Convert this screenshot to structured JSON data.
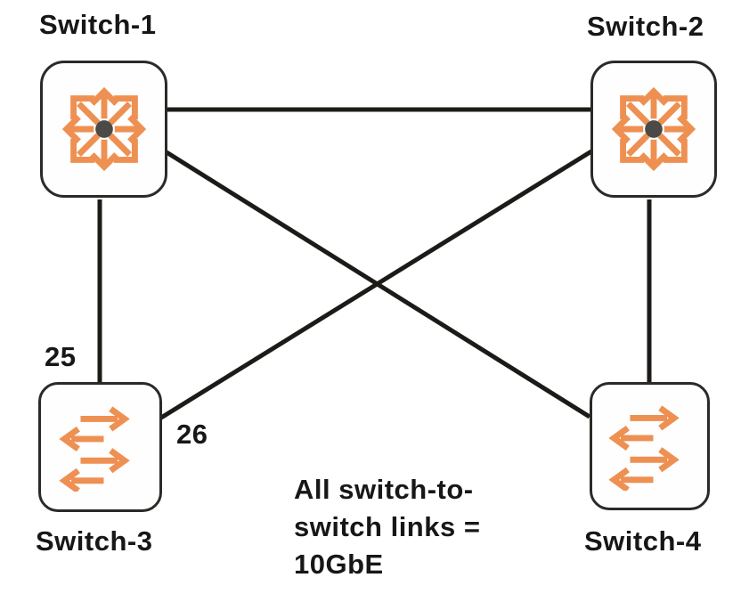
{
  "diagram": {
    "nodes": [
      {
        "id": "switch1",
        "label": "Switch-1",
        "icon": "multilayer-switch-icon"
      },
      {
        "id": "switch2",
        "label": "Switch-2",
        "icon": "multilayer-switch-icon"
      },
      {
        "id": "switch3",
        "label": "Switch-3",
        "icon": "access-switch-icon"
      },
      {
        "id": "switch4",
        "label": "Switch-4",
        "icon": "access-switch-icon"
      }
    ],
    "links": [
      {
        "from": "switch1",
        "to": "switch2"
      },
      {
        "from": "switch1",
        "to": "switch3"
      },
      {
        "from": "switch1",
        "to": "switch4"
      },
      {
        "from": "switch2",
        "to": "switch3"
      },
      {
        "from": "switch2",
        "to": "switch4"
      }
    ],
    "port_labels": [
      {
        "value": "25",
        "on_switch": "Switch-3",
        "link_to": "Switch-1"
      },
      {
        "value": "26",
        "on_switch": "Switch-3",
        "link_to": "Switch-2"
      }
    ],
    "note_lines": [
      "All switch-to-",
      "switch links =",
      "10GbE"
    ],
    "note_text": "All switch-to-switch links = 10GbE"
  },
  "colors": {
    "link": "#1d1b18",
    "node_border": "#2b2a27",
    "arrow_orange": "#EE9052",
    "icon_dot": "#4c4a47",
    "text": "#171717"
  }
}
